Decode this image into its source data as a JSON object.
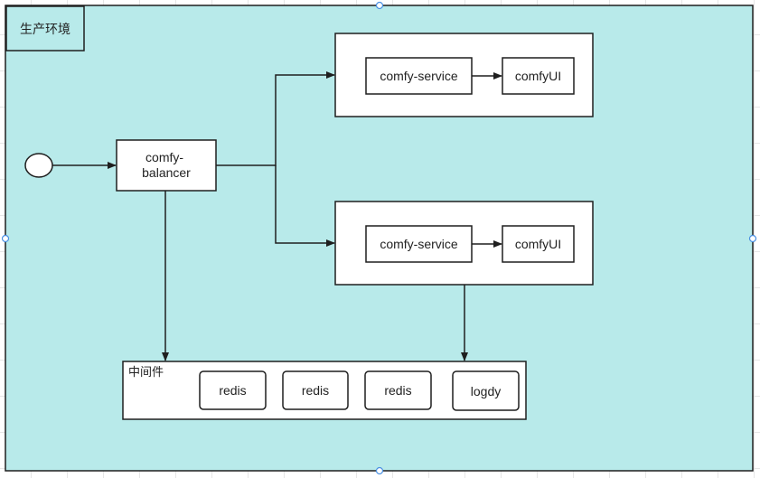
{
  "colors": {
    "environment_fill": "#b8eaea",
    "stroke": "#1f1f1f",
    "box_fill": "#ffffff",
    "selection_handle": "#4a90e2"
  },
  "environment": {
    "label": "生产环境"
  },
  "start_node": {
    "shape": "circle"
  },
  "balancer": {
    "line1": "comfy-",
    "line2": "balancer"
  },
  "service_groups": [
    {
      "service": "comfy-service",
      "ui": "comfyUI"
    },
    {
      "service": "comfy-service",
      "ui": "comfyUI"
    }
  ],
  "middleware": {
    "label": "中间件",
    "items": [
      "redis",
      "redis",
      "redis",
      "logdy"
    ]
  }
}
